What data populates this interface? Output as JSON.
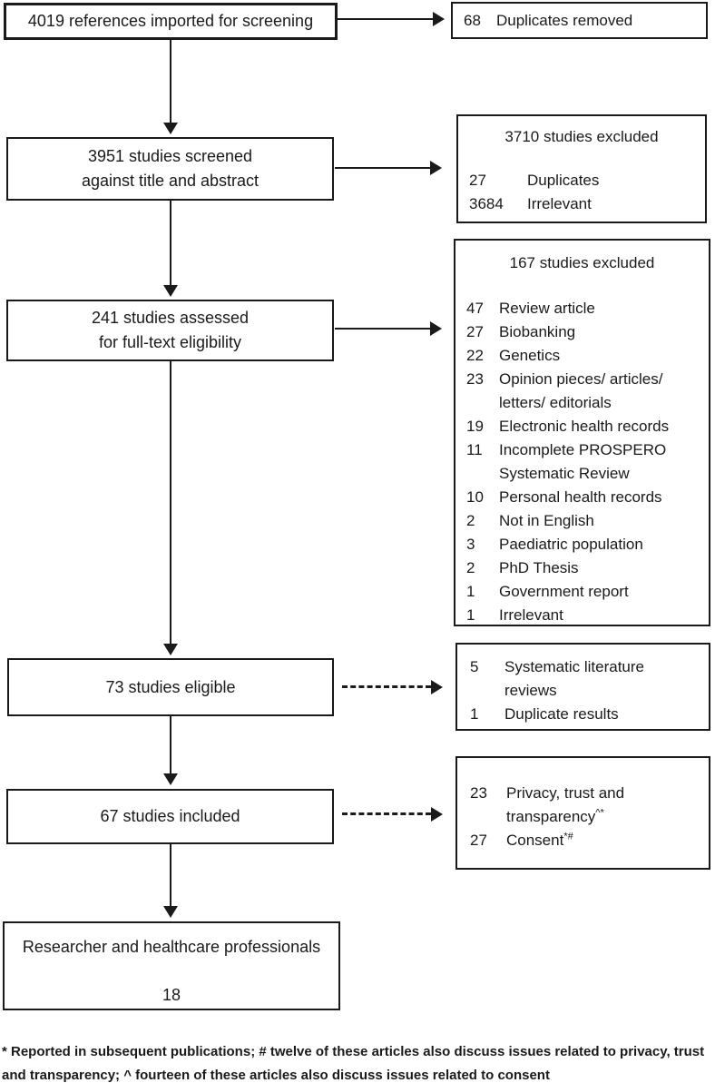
{
  "flow": {
    "imported": "4019 references imported for screening",
    "screened_line1": "3951 studies screened",
    "screened_line2": "against title and abstract",
    "assessed_line1": "241 studies assessed",
    "assessed_line2": "for full-text eligibility",
    "eligible": "73 studies eligible",
    "included": "67 studies included",
    "final_title": "Researcher and healthcare professionals",
    "final_count": "18"
  },
  "side": {
    "duplicates_removed": {
      "num": "68",
      "label": "Duplicates removed"
    },
    "excluded_screening": {
      "title": "3710 studies excluded",
      "items": [
        {
          "num": "27",
          "label": "Duplicates"
        },
        {
          "num": "3684",
          "label": "Irrelevant"
        }
      ]
    },
    "excluded_fulltext": {
      "title": "167 studies excluded",
      "items": [
        {
          "num": "47",
          "label": "Review article"
        },
        {
          "num": "27",
          "label": "Biobanking"
        },
        {
          "num": "22",
          "label": "Genetics"
        },
        {
          "num": "23",
          "label": "Opinion pieces/ articles/ letters/ editorials"
        },
        {
          "num": "19",
          "label": "Electronic health records"
        },
        {
          "num": "11",
          "label": "Incomplete PROSPERO Systematic Review"
        },
        {
          "num": "10",
          "label": "Personal health records"
        },
        {
          "num": "2",
          "label": "Not in English"
        },
        {
          "num": "3",
          "label": "Paediatric population"
        },
        {
          "num": "2",
          "label": "PhD Thesis"
        },
        {
          "num": "1",
          "label": "Government report"
        },
        {
          "num": "1",
          "label": "Irrelevant"
        }
      ]
    },
    "eligible_notes": {
      "items": [
        {
          "num": "5",
          "label": "Systematic literature reviews"
        },
        {
          "num": "1",
          "label": "Duplicate results"
        }
      ]
    },
    "included_notes": {
      "items": [
        {
          "num": "23",
          "label": "Privacy, trust and transparency",
          "sup": "^*"
        },
        {
          "num": "27",
          "label": "Consent",
          "sup": "*#"
        }
      ]
    }
  },
  "footnote": "* Reported in subsequent publications; # twelve of these articles also discuss issues related to privacy, trust and transparency; ^ fourteen of these articles also discuss issues related to consent",
  "colors": {
    "ink": "#1a1a1a",
    "background": "#ffffff"
  }
}
